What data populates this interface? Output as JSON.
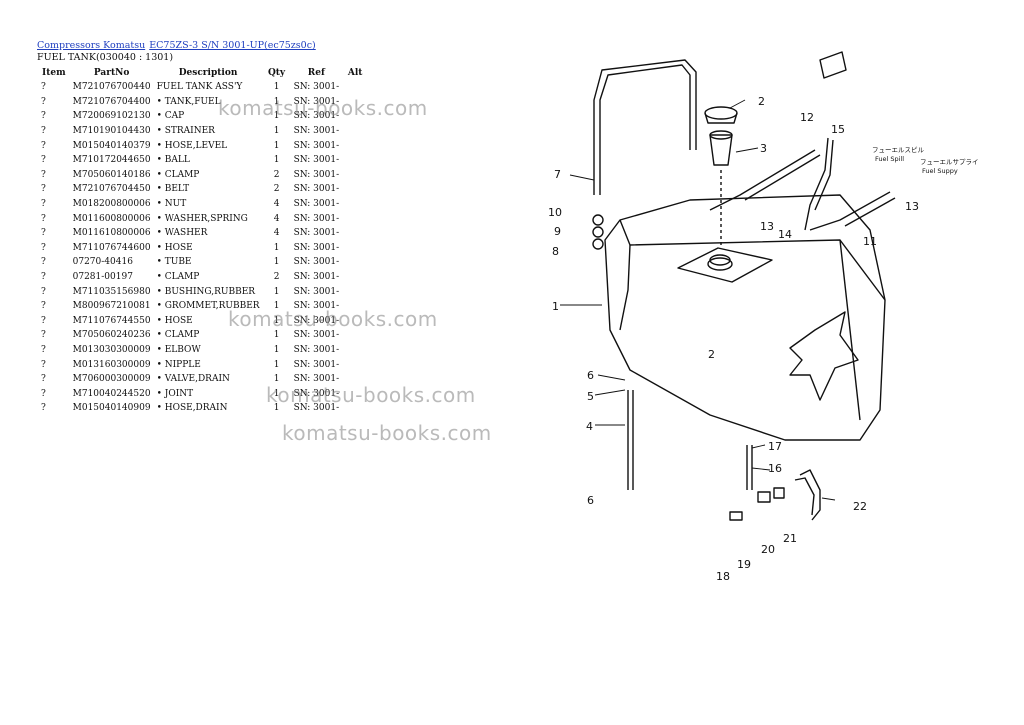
{
  "breadcrumb": {
    "link1": "Compressors Komatsu",
    "link2": "EC75ZS-3 S/N 3001-UP(ec75zs0c)"
  },
  "section_title": "FUEL TANK(030040 : 1301)",
  "table": {
    "headers": {
      "item": "Item",
      "partno": "PartNo",
      "desc": "Description",
      "qty": "Qty",
      "ref": "Ref",
      "alt": "Alt"
    },
    "rows": [
      {
        "item": "?",
        "partno": "M721076700440",
        "desc": "FUEL TANK ASS'Y",
        "qty": "1",
        "ref": "SN: 3001-"
      },
      {
        "item": "?",
        "partno": "M721076704400",
        "desc": "• TANK,FUEL",
        "qty": "1",
        "ref": "SN: 3001-"
      },
      {
        "item": "?",
        "partno": "M720069102130",
        "desc": "• CAP",
        "qty": "1",
        "ref": "SN: 3001-"
      },
      {
        "item": "?",
        "partno": "M710190104430",
        "desc": "• STRAINER",
        "qty": "1",
        "ref": "SN: 3001-"
      },
      {
        "item": "?",
        "partno": "M015040140379",
        "desc": "• HOSE,LEVEL",
        "qty": "1",
        "ref": "SN: 3001-"
      },
      {
        "item": "?",
        "partno": "M710172044650",
        "desc": "• BALL",
        "qty": "1",
        "ref": "SN: 3001-"
      },
      {
        "item": "?",
        "partno": "M705060140186",
        "desc": "• CLAMP",
        "qty": "2",
        "ref": "SN: 3001-"
      },
      {
        "item": "?",
        "partno": "M721076704450",
        "desc": "• BELT",
        "qty": "2",
        "ref": "SN: 3001-"
      },
      {
        "item": "?",
        "partno": "M018200800006",
        "desc": "• NUT",
        "qty": "4",
        "ref": "SN: 3001-"
      },
      {
        "item": "?",
        "partno": "M011600800006",
        "desc": "• WASHER,SPRING",
        "qty": "4",
        "ref": "SN: 3001-"
      },
      {
        "item": "?",
        "partno": "M011610800006",
        "desc": "• WASHER",
        "qty": "4",
        "ref": "SN: 3001-"
      },
      {
        "item": "?",
        "partno": "M711076744600",
        "desc": "• HOSE",
        "qty": "1",
        "ref": "SN: 3001-"
      },
      {
        "item": "?",
        "partno": "07270-40416",
        "desc": "• TUBE",
        "qty": "1",
        "ref": "SN: 3001-"
      },
      {
        "item": "?",
        "partno": "07281-00197",
        "desc": "• CLAMP",
        "qty": "2",
        "ref": "SN: 3001-"
      },
      {
        "item": "?",
        "partno": "M711035156980",
        "desc": "• BUSHING,RUBBER",
        "qty": "1",
        "ref": "SN: 3001-"
      },
      {
        "item": "?",
        "partno": "M800967210081",
        "desc": "• GROMMET,RUBBER",
        "qty": "1",
        "ref": "SN: 3001-"
      },
      {
        "item": "?",
        "partno": "M711076744550",
        "desc": "• HOSE",
        "qty": "1",
        "ref": "SN: 3001-"
      },
      {
        "item": "?",
        "partno": "M705060240236",
        "desc": "• CLAMP",
        "qty": "1",
        "ref": "SN: 3001-"
      },
      {
        "item": "?",
        "partno": "M013030300009",
        "desc": "• ELBOW",
        "qty": "1",
        "ref": "SN: 3001-"
      },
      {
        "item": "?",
        "partno": "M013160300009",
        "desc": "• NIPPLE",
        "qty": "1",
        "ref": "SN: 3001-"
      },
      {
        "item": "?",
        "partno": "M706000300009",
        "desc": "• VALVE,DRAIN",
        "qty": "1",
        "ref": "SN: 3001-"
      },
      {
        "item": "?",
        "partno": "M710040244520",
        "desc": "• JOINT",
        "qty": "1",
        "ref": "SN: 3001-"
      },
      {
        "item": "?",
        "partno": "M015040140909",
        "desc": "• HOSE,DRAIN",
        "qty": "1",
        "ref": "SN: 3001-"
      }
    ]
  },
  "watermark": "komatsu-books.com",
  "diagram": {
    "callouts": [
      "1",
      "2",
      "2",
      "3",
      "4",
      "5",
      "6",
      "6",
      "7",
      "8",
      "9",
      "10",
      "11",
      "12",
      "13",
      "13",
      "14",
      "15",
      "16",
      "17",
      "18",
      "19",
      "20",
      "21",
      "22"
    ],
    "annotations": {
      "fuel_spill_jp": "フューエルスピル",
      "fuel_spill": "Fuel Spill",
      "fuel_supply_jp": "フューエルサプライ",
      "fuel_supply": "Fuel Suppy"
    }
  }
}
